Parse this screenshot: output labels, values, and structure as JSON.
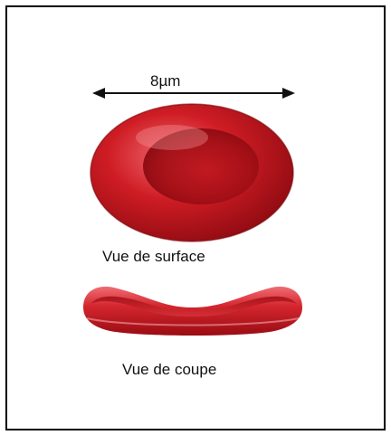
{
  "labels": {
    "size": "8µm",
    "surface_view": "Vue de surface",
    "section_view": "Vue de coupe"
  },
  "colors": {
    "cell_dark": "#8f0c12",
    "cell_mid": "#c4141c",
    "cell_light": "#e6525a",
    "frame": "#000000"
  }
}
